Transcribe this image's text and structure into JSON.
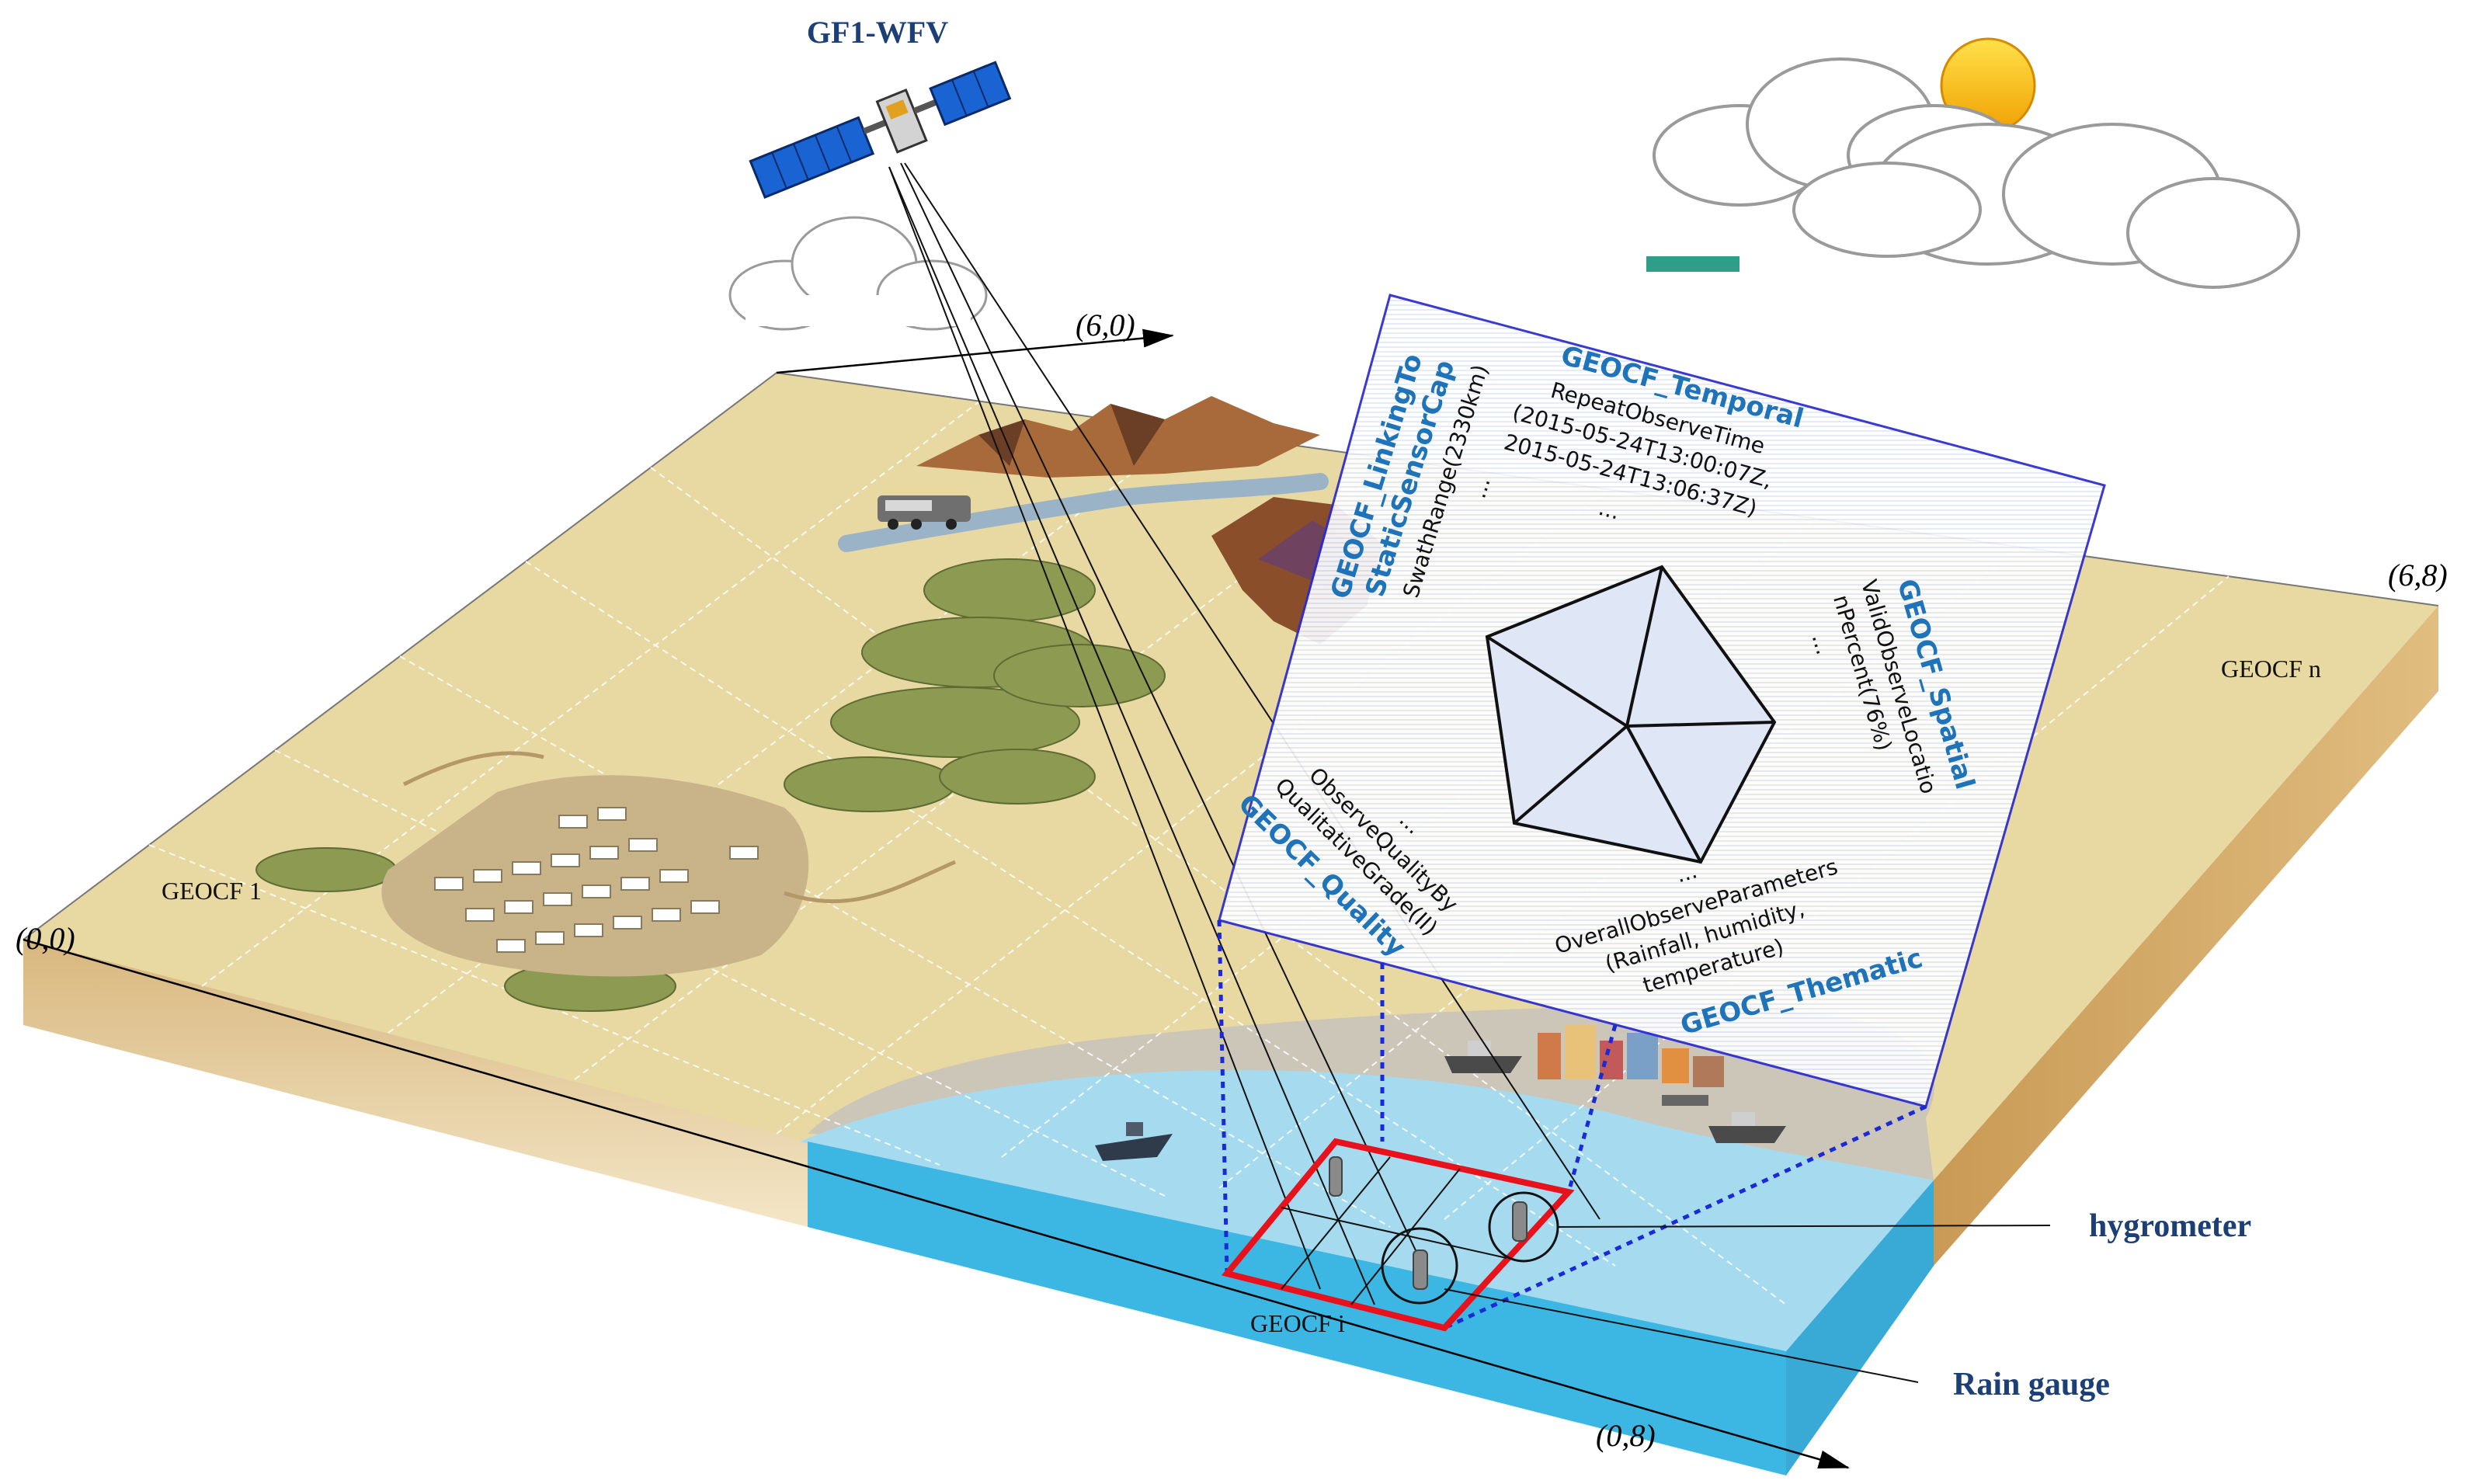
{
  "satellite": {
    "label": "GF1-WFV",
    "icon": "satellite-icon"
  },
  "axes": {
    "origin": "(0,0)",
    "corner_top": "(6,0)",
    "corner_right": "(6,8)",
    "corner_bottom": "(0,8)"
  },
  "cells": {
    "first": "GEOCF 1",
    "last": "GEOCF n",
    "highlighted": "GEOCF i"
  },
  "sensors": {
    "hygrometer": "hygrometer",
    "rain_gauge": "Rain gauge"
  },
  "pentagon": {
    "temporal": {
      "title": "GEOCF_Temporal",
      "line1": "RepeatObserveTime",
      "line2": "(2015-05-24T13:00:07Z,",
      "line3": "2015-05-24T13:06:37Z)",
      "more": "..."
    },
    "spatial": {
      "title": "GEOCF_Spatial",
      "line1": "ValidObserveLocatio",
      "line2": "nPercent(76%)",
      "more": "..."
    },
    "thematic": {
      "title": "GEOCF_Thematic",
      "line1": "OverallObserveParameters",
      "line2": "(Rainfall, humidity,",
      "line3": "temperature)",
      "more": "..."
    },
    "quality": {
      "title": "GEOCF_Quality",
      "line1": "ObserveQualityBy",
      "line2": "QualitativeGrade(II)",
      "more": "..."
    },
    "linking": {
      "title1": "GEOCF_LinkingTo",
      "title2": "StaticSensorCap",
      "line1": "SwathRange(2330km)",
      "more": "..."
    }
  },
  "colors": {
    "sand": "#e8d9a3",
    "water": "#3cb6e3",
    "title_blue": "#1f73b8",
    "label_navy": "#1c3f75",
    "highlight_red": "#e8121c"
  }
}
